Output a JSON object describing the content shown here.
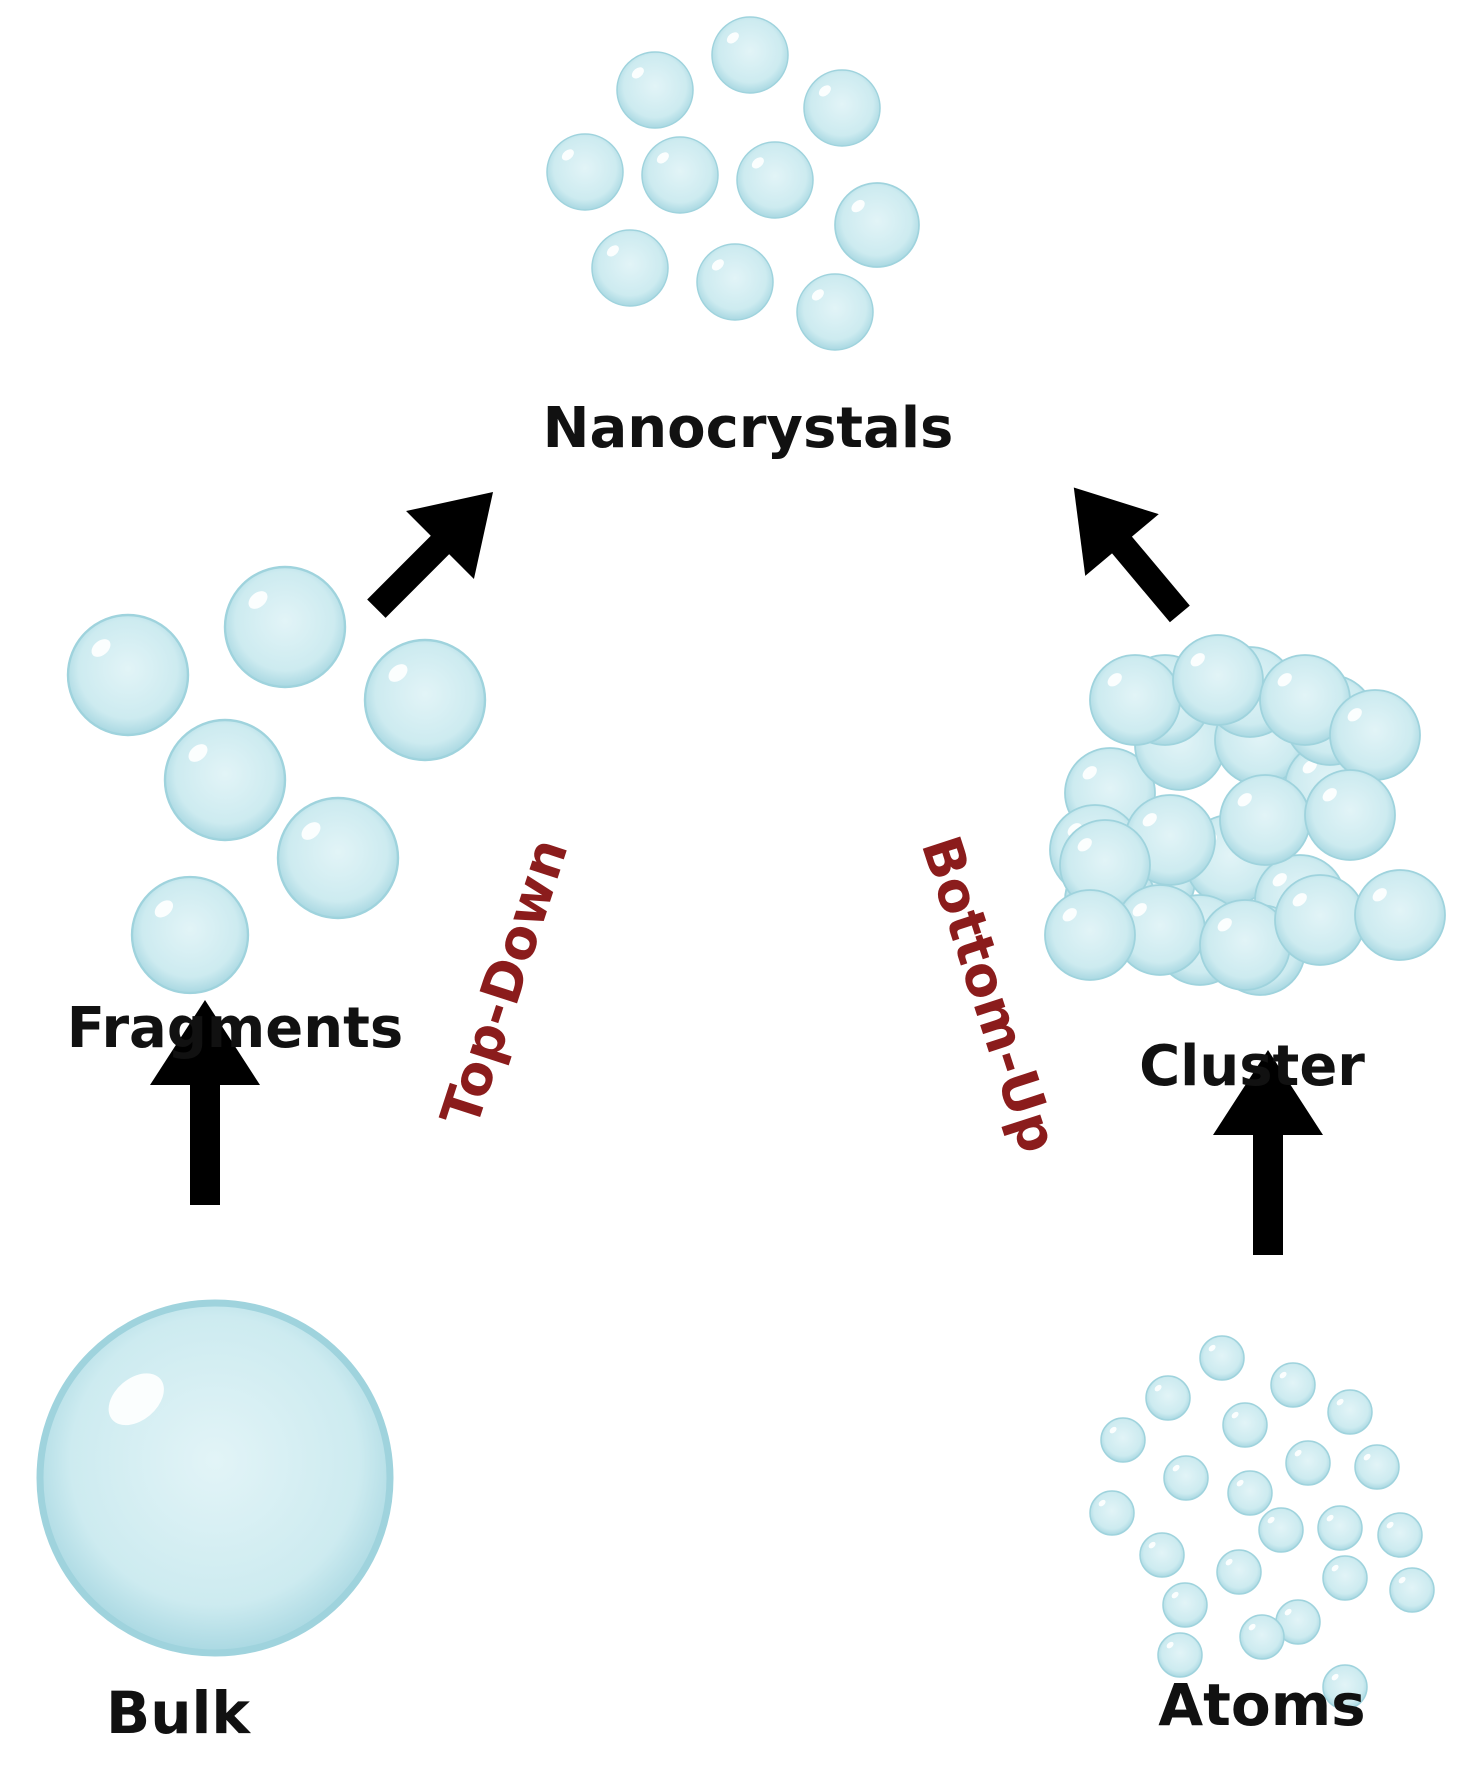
{
  "labels": {
    "nanocrystals": "Nanocrystals",
    "fragments": "Fragments",
    "cluster": "Cluster",
    "bulk": "Bulk",
    "atoms": "Atoms",
    "top_down": "Top-Down",
    "bottom_up": "Bottom-Up"
  },
  "colors": {
    "sphere_fill": "#cdebf0",
    "sphere_edge": "#9fd3dd",
    "arrow": "#000000",
    "label_text": "#111111",
    "path_label_text": "#8b1c1c"
  }
}
